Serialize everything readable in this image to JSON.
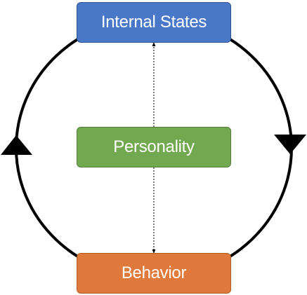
{
  "diagram": {
    "nodes": {
      "internal_states": {
        "label": "Internal States",
        "color": "#4a78c8"
      },
      "personality": {
        "label": "Personality",
        "color": "#72a84f"
      },
      "behavior": {
        "label": "Behavior",
        "color": "#e07a3c"
      }
    },
    "cycle": {
      "stroke_color": "#000000",
      "direction": "clockwise",
      "edges": [
        {
          "from": "internal_states",
          "to": "behavior",
          "side": "right",
          "arrow": "down"
        },
        {
          "from": "behavior",
          "to": "internal_states",
          "side": "left",
          "arrow": "up"
        }
      ]
    },
    "center_link": {
      "from": "personality",
      "to": [
        "internal_states",
        "behavior"
      ],
      "style": "dashed",
      "arrow_color": "#000000"
    }
  }
}
